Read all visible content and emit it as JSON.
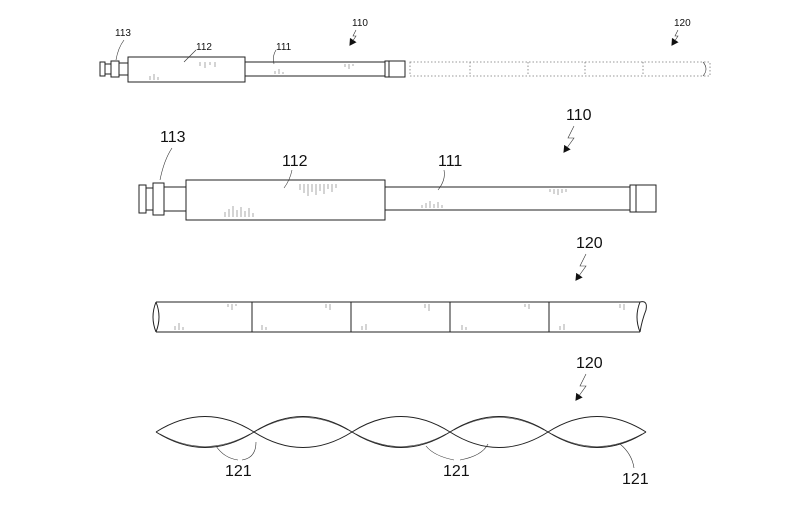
{
  "figure": {
    "top_row": {
      "labels": {
        "knob": "113",
        "sleeve": "112",
        "rod": "111",
        "assembly": "110",
        "strap": "120"
      }
    },
    "enlarged_rod": {
      "labels": {
        "knob": "113",
        "sleeve": "112",
        "rod": "111",
        "assembly": "110"
      }
    },
    "enlarged_strap": {
      "labels": {
        "strap": "120"
      }
    },
    "twisted_strap": {
      "labels": {
        "strap": "120",
        "crossing_a": "121",
        "crossing_b": "121",
        "crossing_c": "121"
      }
    }
  }
}
